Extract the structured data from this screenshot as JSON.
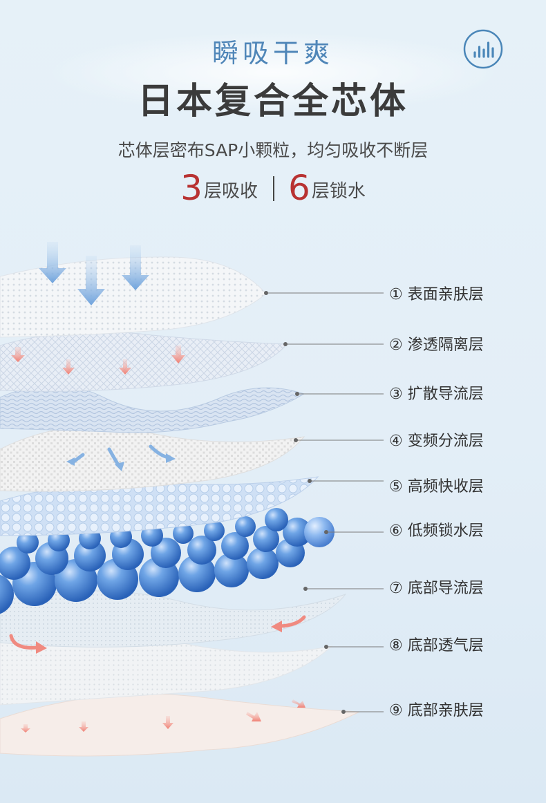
{
  "header": {
    "subtitle": "瞬吸干爽",
    "title": "日本复合全芯体",
    "description": "芯体层密布SAP小颗粒，均匀吸收不断层",
    "stats": [
      {
        "number": "3",
        "unit": "层吸收"
      },
      {
        "number": "6",
        "unit": "层锁水"
      }
    ]
  },
  "logo": {
    "icon": "bar-chart-icon",
    "color": "#4a86b8"
  },
  "colors": {
    "accent_blue": "#4f86b8",
    "stat_red": "#b83232",
    "sap_ball_blue": "#3f7fd0",
    "arrow_red": "#f08a80",
    "arrow_blue": "#7aaee0"
  },
  "layers": [
    {
      "label": "① 表面亲肤层"
    },
    {
      "label": "② 渗透隔离层"
    },
    {
      "label": "③ 扩散导流层"
    },
    {
      "label": "④ 变频分流层"
    },
    {
      "label": "⑤ 高频快收层"
    },
    {
      "label": "⑥ 低频锁水层"
    },
    {
      "label": "⑦ 底部导流层"
    },
    {
      "label": "⑧ 底部透气层"
    },
    {
      "label": "⑨ 底部亲肤层"
    }
  ]
}
